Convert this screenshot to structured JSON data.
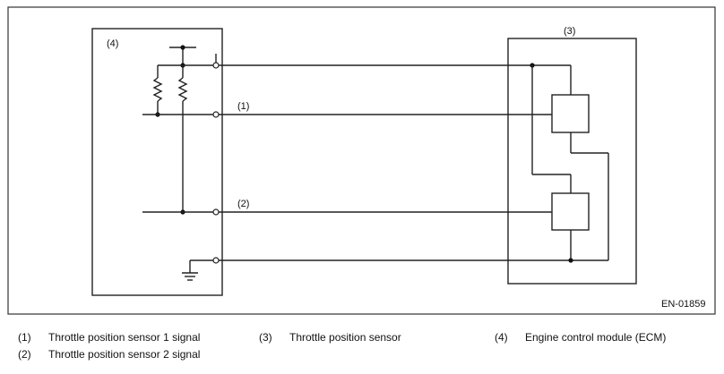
{
  "diagram": {
    "ecm_label": "(4)",
    "sensor_label": "(3)",
    "signal1_label": "(1)",
    "signal2_label": "(2)",
    "code": "EN-01859"
  },
  "legend": [
    {
      "num": "(1)",
      "text": "Throttle position sensor 1 signal"
    },
    {
      "num": "(2)",
      "text": "Throttle position sensor 2 signal"
    },
    {
      "num": "(3)",
      "text": "Throttle position sensor"
    },
    {
      "num": "(4)",
      "text": "Engine control module (ECM)"
    }
  ]
}
